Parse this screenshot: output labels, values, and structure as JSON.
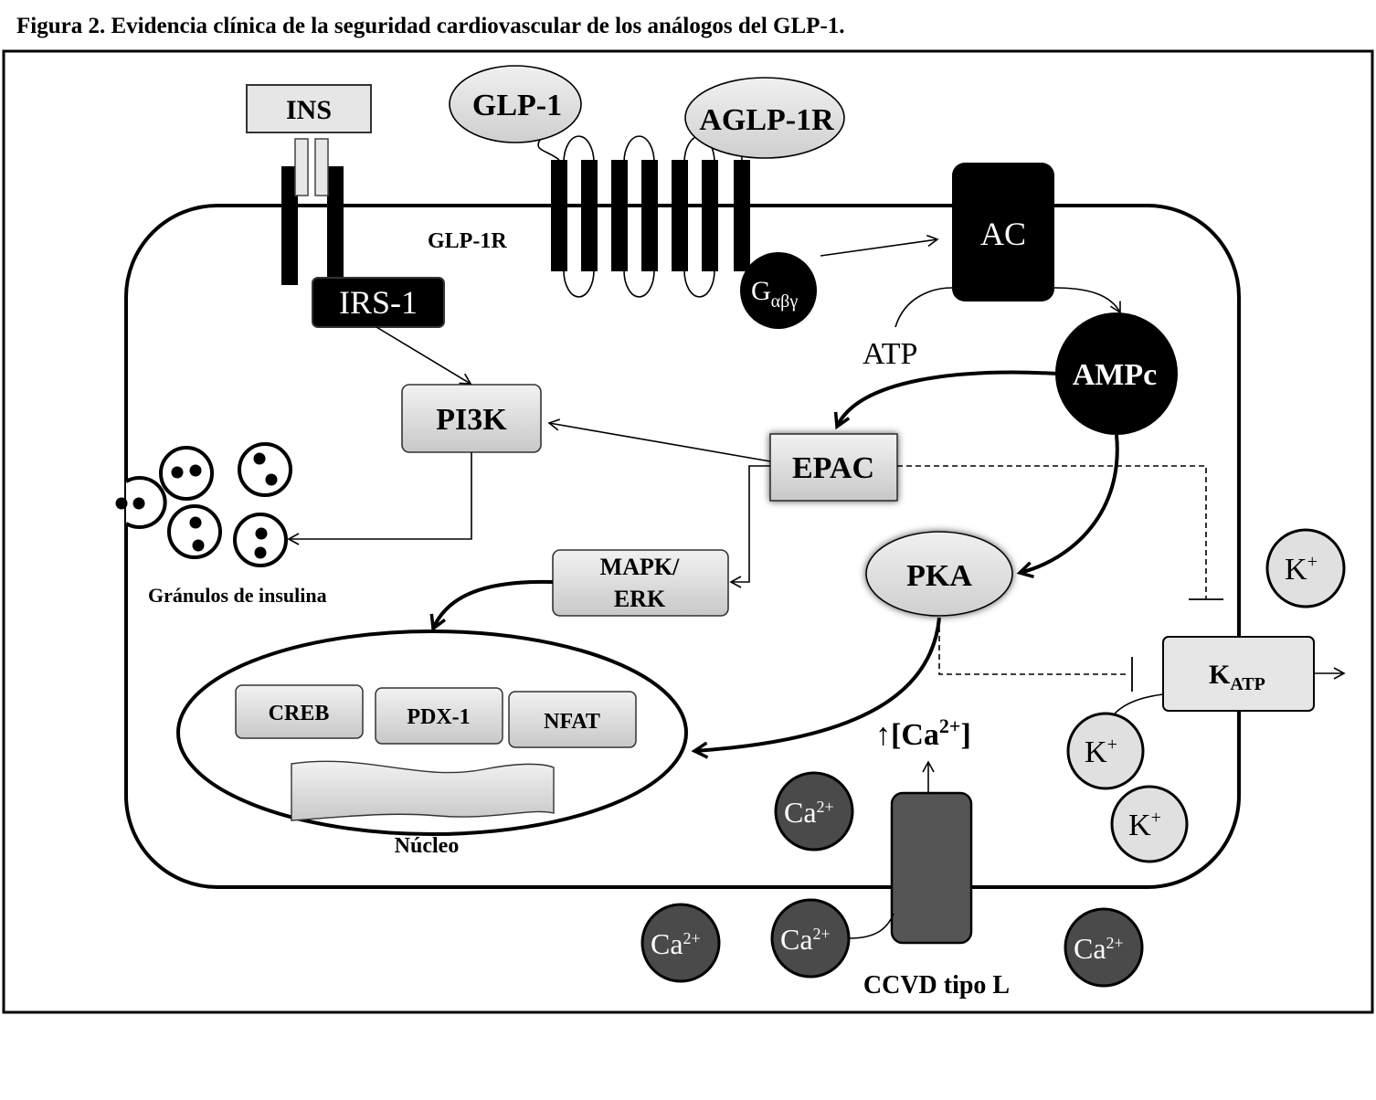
{
  "figure": {
    "caption": "Figura 2. Evidencia clínica de la seguridad cardiovascular de los análogos del GLP-1.",
    "labels": {
      "ins": "INS",
      "glp1": "GLP-1",
      "aglp1r": "AGLP-1R",
      "glp1r": "GLP-1R",
      "ac": "AC",
      "g_main": "G",
      "g_sub": "αβγ",
      "irs1": "IRS-1",
      "atp": "ATP",
      "ampc": "AMPc",
      "pi3k": "PI3K",
      "epac": "EPAC",
      "pka": "PKA",
      "mapk_line1": "MAPK/",
      "mapk_line2": "ERK",
      "granules": "Gránulos de insulina",
      "creb": "CREB",
      "pdx1": "PDX-1",
      "nfat": "NFAT",
      "nucleus": "Núcleo",
      "katp_main": "K",
      "katp_sub": "ATP",
      "k_main": "K",
      "k_sup": "+",
      "ca_main": "Ca",
      "ca_sup": "2+",
      "ca_rise_prefix": "↑[Ca",
      "ca_rise_sup": "2+",
      "ca_rise_suffix": "]",
      "channel": "CCVD tipo L"
    },
    "colors": {
      "black": "#000000",
      "dark_grey_ion": "#4a4a4a",
      "channel_grey": "#555555",
      "light_box": "#e6e6e6",
      "k_ion": "#e0e0e0"
    }
  }
}
